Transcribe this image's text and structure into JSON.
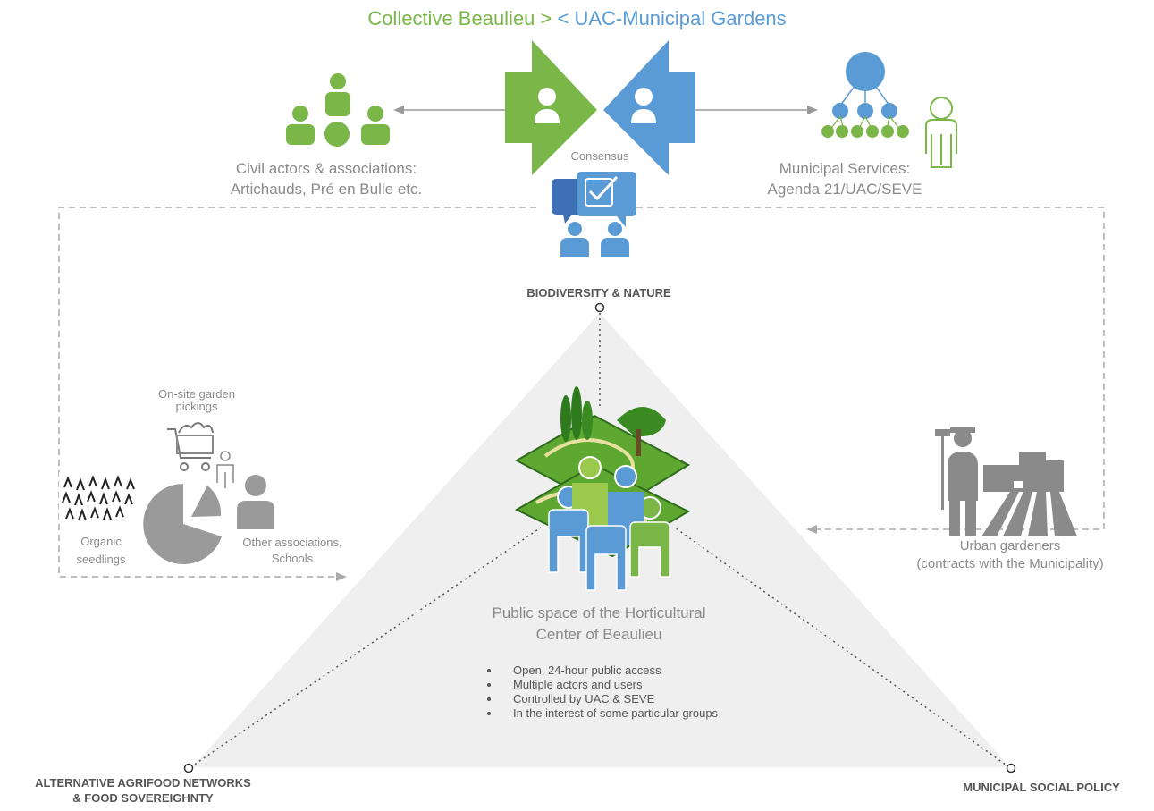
{
  "title": {
    "left": "Collective Beaulieu >",
    "right": " < UAC-Municipal Gardens"
  },
  "colors": {
    "green": "#7ab648",
    "blue": "#5b9bd5",
    "gray": "#8a8a8a",
    "triangle": "#efefef"
  },
  "consensus_label": "Consensus",
  "left_actor": {
    "line1": "Civil actors & associations:",
    "line2": "Artichauds, Pré en Bulle etc."
  },
  "right_actor": {
    "line1": "Municipal Services:",
    "line2": "Agenda 21/UAC/SEVE"
  },
  "vertices": {
    "top": "BIODIVERSITY & NATURE",
    "bottom_left": {
      "line1": "ALTERNATIVE AGRIFOOD NETWORKS",
      "line2": "& FOOD SOVEREIGHNTY"
    },
    "bottom_right": "MUNICIPAL SOCIAL POLICY"
  },
  "left_cluster": {
    "pickings": {
      "line1": "On-site garden",
      "line2": "pickings"
    },
    "seedlings": {
      "line1": "Organic",
      "line2": "seedlings"
    },
    "associations": {
      "line1": "Other associations,",
      "line2": "Schools"
    }
  },
  "urban_gardeners": {
    "line1": "Urban gardeners",
    "line2": "(contracts with the Municipality)"
  },
  "center": {
    "line1": "Public space of the Horticultural",
    "line2": "Center of Beaulieu",
    "bullets": [
      "Open, 24-hour public access",
      "Multiple actors and users",
      "Controlled by UAC & SEVE",
      "In the interest of some particular groups"
    ]
  }
}
